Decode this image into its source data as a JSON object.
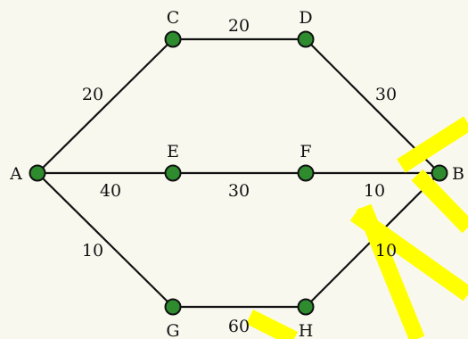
{
  "diagram": {
    "nodes": [
      {
        "id": "A",
        "label": "A"
      },
      {
        "id": "C",
        "label": "C"
      },
      {
        "id": "D",
        "label": "D"
      },
      {
        "id": "E",
        "label": "E"
      },
      {
        "id": "F",
        "label": "F"
      },
      {
        "id": "B",
        "label": "B"
      },
      {
        "id": "G",
        "label": "G"
      },
      {
        "id": "H",
        "label": "H"
      }
    ],
    "edges": [
      {
        "from": "A",
        "to": "C",
        "weight": "20"
      },
      {
        "from": "C",
        "to": "D",
        "weight": "20"
      },
      {
        "from": "D",
        "to": "B",
        "weight": "30"
      },
      {
        "from": "A",
        "to": "E",
        "weight": "40"
      },
      {
        "from": "E",
        "to": "F",
        "weight": "30"
      },
      {
        "from": "F",
        "to": "B",
        "weight": "10"
      },
      {
        "from": "A",
        "to": "G",
        "weight": "10"
      },
      {
        "from": "G",
        "to": "H",
        "weight": "60"
      },
      {
        "from": "H",
        "to": "B",
        "weight": "10"
      }
    ],
    "colors": {
      "background": "#f8f8ef",
      "node_fill": "#2e8b2e",
      "node_stroke": "#111111",
      "edge": "#111111",
      "highlight": "#ffff00"
    }
  }
}
